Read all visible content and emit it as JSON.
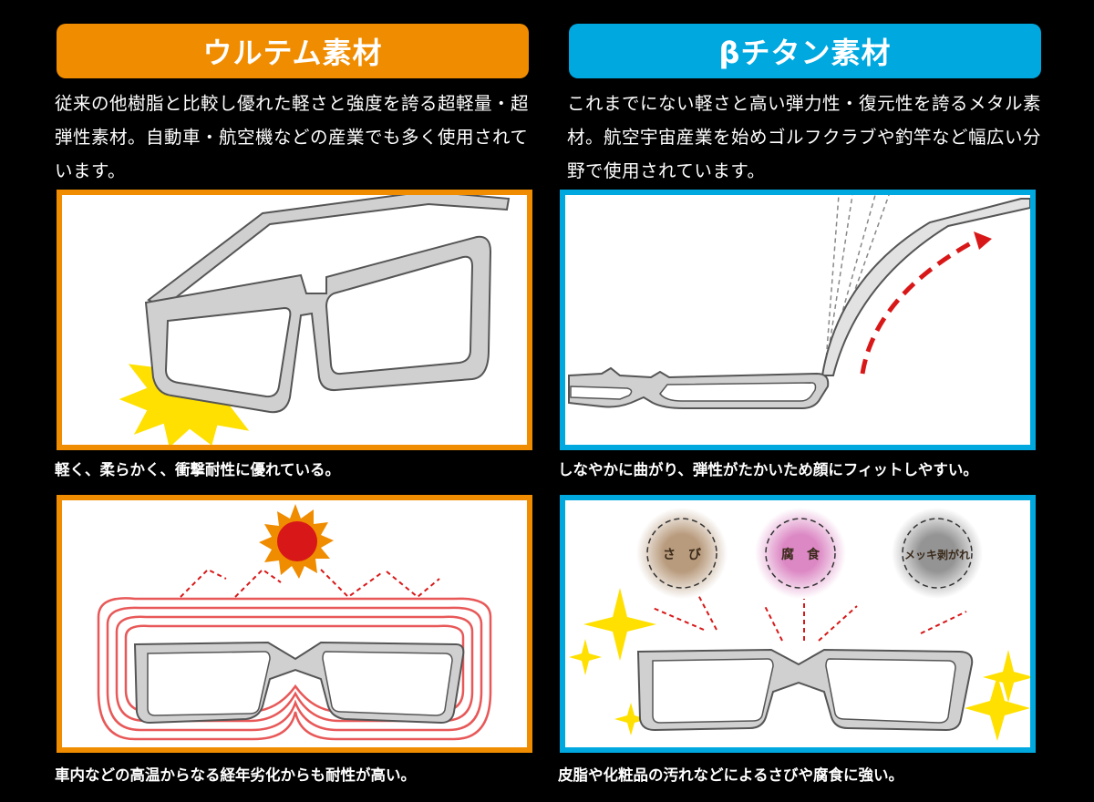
{
  "left": {
    "title": "ウルテム素材",
    "description": "従来の他樹脂と比較し優れた軽さと強度を誇る超軽量・超弾性素材。自動車・航空機などの産業でも多く使用されています。",
    "caption_top": "軽く、柔らかく、衝撃耐性に優れている。",
    "caption_bottom": "車内などの高温からなる経年劣化からも耐性が高い。",
    "accent": "#f08c00"
  },
  "right": {
    "title": "βチタン素材",
    "description": "これまでにない軽さと高い弾力性・復元性を誇るメタル素材。航空宇宙産業を始めゴルフクラブや釣竿など幅広い分野で使用されています。",
    "caption_top": "しなやかに曲がり、弾性がたかいため顔にフィットしやすい。",
    "caption_bottom": "皮脂や化粧品の汚れなどによるさびや腐食に強い。",
    "accent": "#00a8e0",
    "badges": [
      {
        "label": "さ　び",
        "glow": "#a07850"
      },
      {
        "label": "腐　食",
        "glow": "#d060b0"
      },
      {
        "label": "メッキ剥がれ",
        "glow": "#707070"
      }
    ]
  },
  "colors": {
    "frame_gray": "#c8c8c8",
    "impact_yellow": "#ffe000",
    "sun_red": "#d81818",
    "sun_orange": "#f08c00",
    "heat_red": "#e82020",
    "sparkle_yellow": "#ffe000"
  }
}
